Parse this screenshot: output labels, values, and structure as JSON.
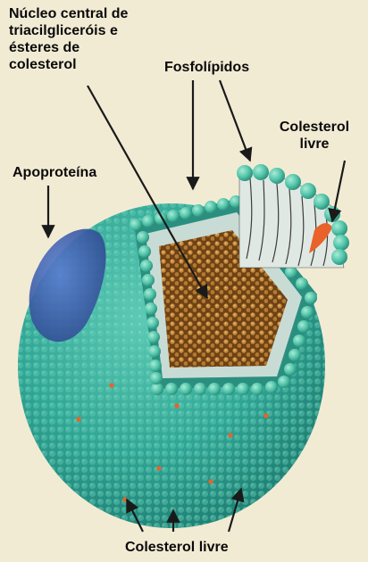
{
  "labels": {
    "core": [
      "Núcleo central de",
      "triacilgliceróis e",
      "ésteres de",
      "colesterol"
    ],
    "phospholipids": "Fosfolípidos",
    "free_cholesterol_top": [
      "Colesterol",
      "livre"
    ],
    "apoprotein": "Apoproteína",
    "free_cholesterol_bottom": "Colesterol livre"
  },
  "colors": {
    "background": "#f2ebd4",
    "shell": "#2fa595",
    "head": "#4fc2a8",
    "core": "#8a5a22",
    "core_dot": "#c98e3e",
    "apoprotein": "#3a5ea8",
    "free_cholesterol": "#e8622a",
    "arrow": "#1a1a1a"
  }
}
